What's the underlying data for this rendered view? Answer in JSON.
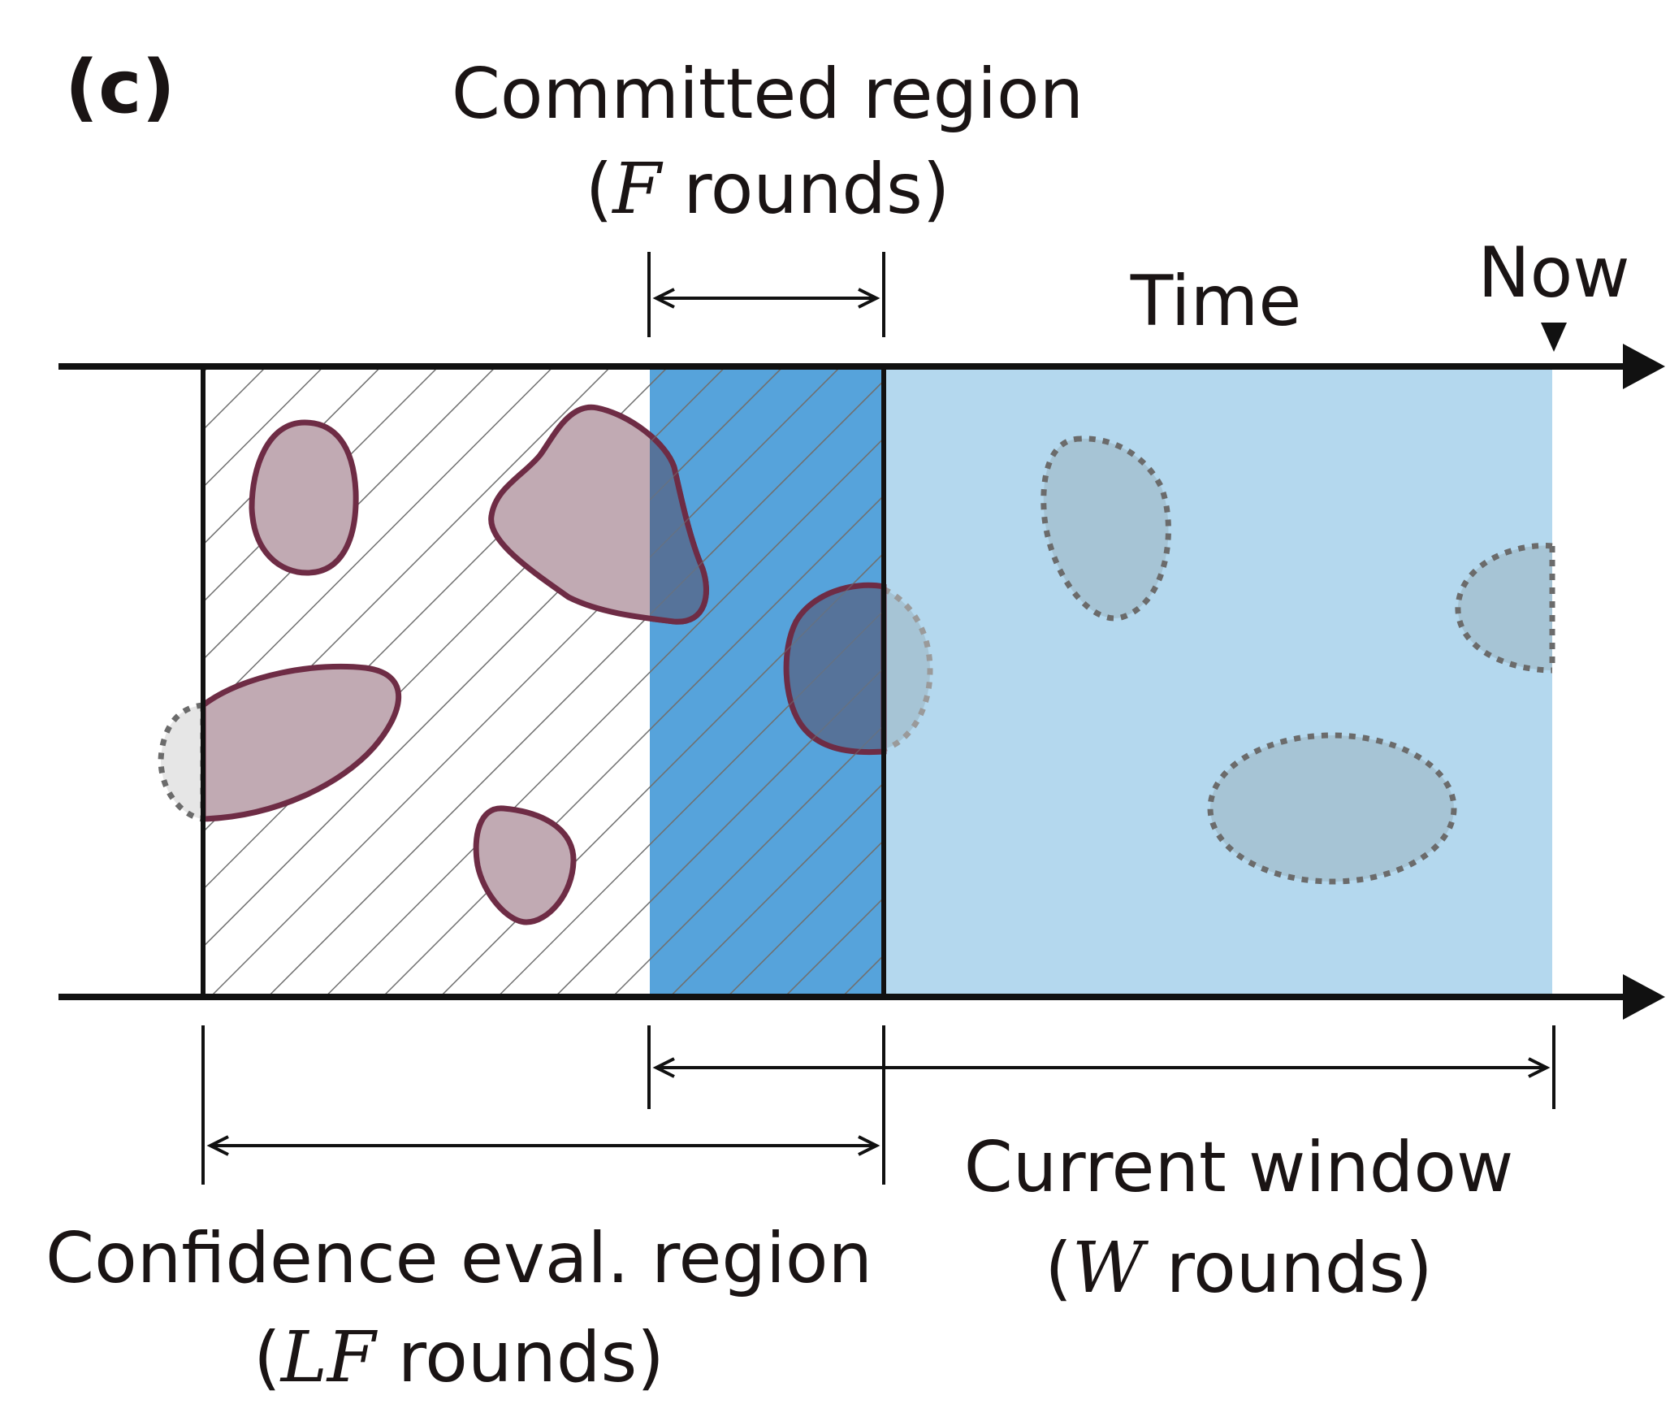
{
  "panel_label": "(c)",
  "committed": {
    "title": "Committed region",
    "var": "F",
    "unit": " rounds"
  },
  "time_label": "Time",
  "now_label": "Now",
  "window": {
    "title": "Current window",
    "var": "W",
    "unit": " rounds"
  },
  "confidence": {
    "title": "Confidence eval. region",
    "var": "LF",
    "unit": " rounds"
  },
  "colors": {
    "axis": "#111111",
    "committed_fill": "#56a3db",
    "window_fill": "#b4d8ee",
    "hatch": "#707070",
    "blob_fill": "#c1aab3",
    "blob_stroke": "#6e2c45",
    "dotted_fill": "#a6c4d5",
    "dotted_stroke": "#6b6b6b",
    "overlap_fill": "#56739a",
    "ghost_fill": "#e6e6e6"
  }
}
